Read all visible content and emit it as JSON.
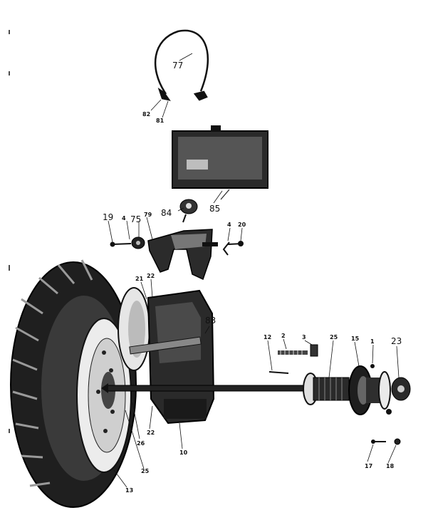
{
  "callouts": {
    "n77": "77",
    "n82": "82",
    "n81": "81",
    "n85": "85",
    "n84": "84",
    "n19": "19",
    "n4a": "4",
    "n75": "75",
    "n79": "79",
    "n4b": "4",
    "n20": "20",
    "n21": "21",
    "n22a": "22",
    "n83": "83",
    "n12": "12",
    "n2": "2",
    "n3": "3",
    "n25a": "25",
    "n15": "15",
    "n1": "1",
    "n23": "23",
    "n22b": "22",
    "n26": "26",
    "n25b": "25",
    "n10": "10",
    "n13": "13",
    "n17": "17",
    "n18": "18"
  }
}
